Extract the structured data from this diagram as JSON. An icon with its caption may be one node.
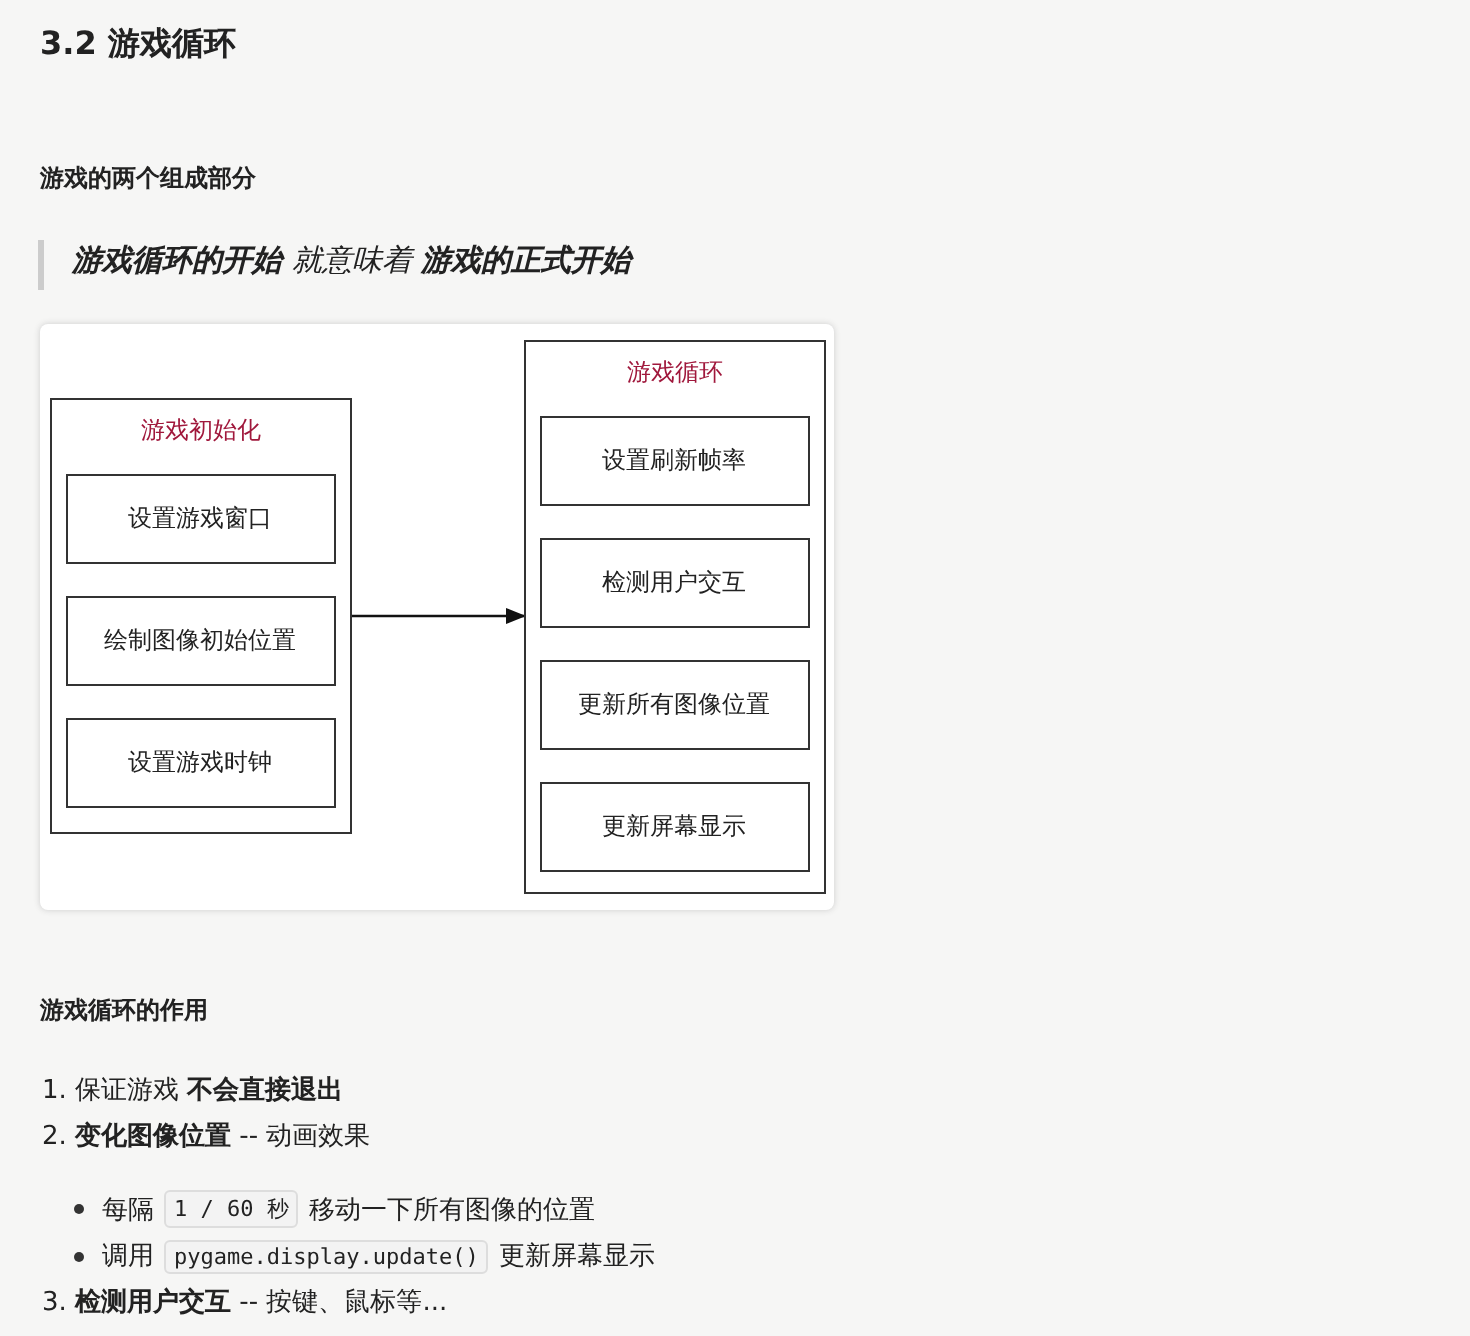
{
  "diagram": {
    "title": "3.2 游戏循环",
    "nodes": [
      {
        "text": [
          "游戏初始化"
        ]
      },
      {
        "text": [
          "设置游戏窗口"
        ],
        "in": 0
      },
      {
        "text": [
          "绘制图像初始位置"
        ],
        "in": 0
      },
      {
        "text": [
          "设置游戏时钟"
        ],
        "in": 0
      },
      {
        "text": [
          "游戏循环"
        ]
      },
      {
        "text": [
          "设置刷新帧率"
        ],
        "in": 4
      },
      {
        "text": [
          "检测用户交互"
        ],
        "in": 4
      },
      {
        "text": [
          "更新所有图像位置"
        ],
        "in": 4
      },
      {
        "text": [
          "更新屏幕显示"
        ],
        "in": 4
      }
    ],
    "edges": [
      {
        "from": 0,
        "to": 4,
        "arrow": "to"
      }
    ],
    "labels": [
      "游戏的两个组成部分",
      "**游戏循环的开始** 就意味着 **游戏的正式开始**",
      "游戏循环的作用",
      "1. 保证游戏 **不会直接退出**",
      "2. **变化图像位置** -- 动画效果",
      "每隔",
      "1 / 60 秒",
      "移动一下所有图像的位置",
      "调用",
      "pygame.display.update()",
      "更新屏幕显示",
      "3. **检测用户交互** -- 按键、鼠标等..."
    ]
  }
}
